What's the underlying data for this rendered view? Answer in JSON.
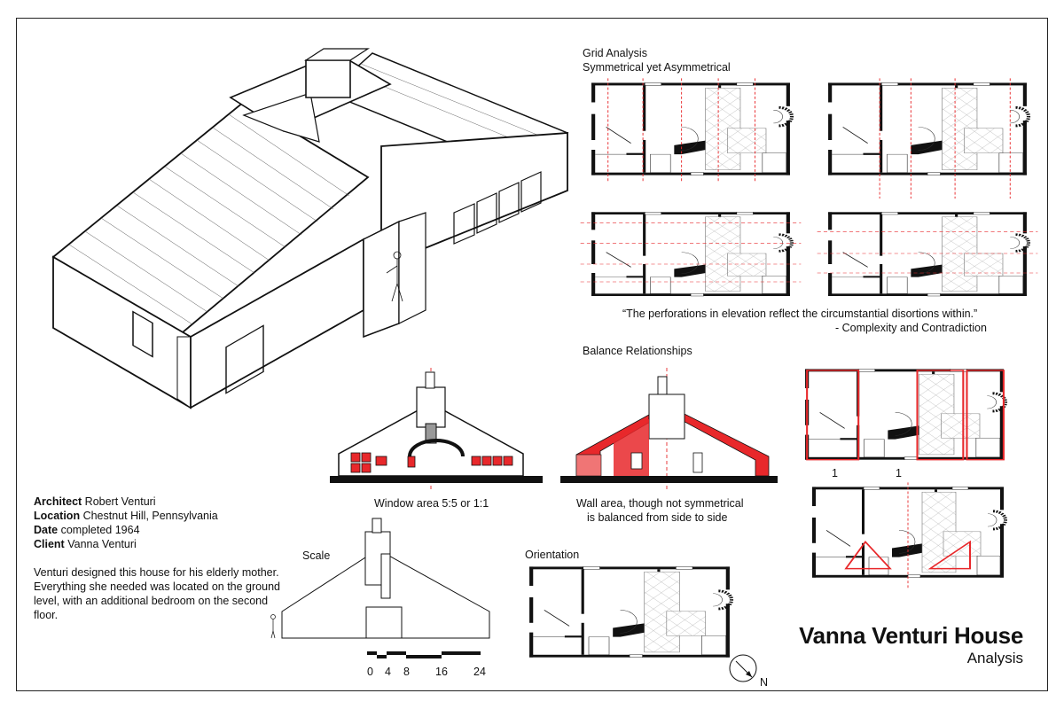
{
  "grid_analysis": {
    "title": "Grid Analysis",
    "subtitle": "Symmetrical yet Asymmetrical"
  },
  "quote": {
    "text": "“The perforations in elevation reflect the circumstantial disortions within.”",
    "attribution": "- Complexity and Contradiction"
  },
  "balance": {
    "title": "Balance Relationships",
    "window_caption": "Window area 5:5 or 1:1",
    "wall_caption_1": "Wall area, though not symmetrical",
    "wall_caption_2": "is balanced from side to side",
    "ratio_left": "1",
    "ratio_right": "1"
  },
  "info": {
    "architect_label": "Architect",
    "architect": "Robert Venturi",
    "location_label": "Location",
    "location": "Chestnut Hill, Pennsylvania",
    "date_label": "Date",
    "date": "completed 1964",
    "client_label": "Client",
    "client": "Vanna Venturi",
    "description": "Venturi designed this house for his elderly mother. Everything she needed was located on the ground level, with an additional bedroom on the second floor."
  },
  "scale": {
    "title": "Scale",
    "ticks": [
      "0",
      "4",
      "8",
      "16",
      "24"
    ]
  },
  "orientation": {
    "title": "Orientation",
    "north": "N"
  },
  "project": {
    "title": "Vanna Venturi House",
    "subtitle": "Analysis"
  }
}
